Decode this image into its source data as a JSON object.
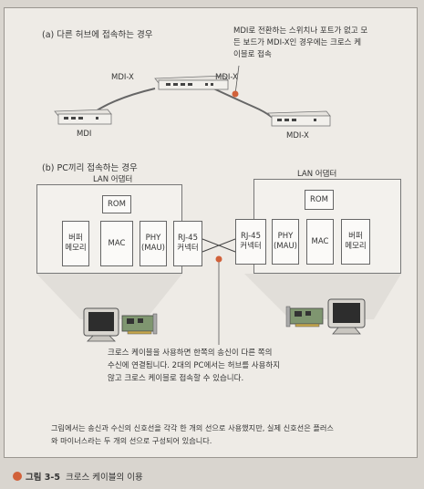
{
  "section_a": {
    "title": "(a) 다른 허브에 접속하는 경우",
    "note": [
      "MDI로 전환하는 스위치나 포트가 없고 모",
      "든 보드가 MDI-X인 경우에는 크로스 케",
      "이블로 접속"
    ],
    "hub_left_port": "MDI-X",
    "hub_right_port": "MDI-X",
    "left_device": "MDI",
    "right_device": "MDI-X"
  },
  "section_b": {
    "title": "(b) PC끼리 접속하는 경우",
    "left_lan_label": "LAN 어댑터",
    "right_lan_label": "LAN 어댑터",
    "rom": "ROM",
    "buffer": [
      "버퍼",
      "메모리"
    ],
    "mac": "MAC",
    "phy": [
      "PHY",
      "(MAU)"
    ],
    "rj45": [
      "RJ-45",
      "커넥터"
    ],
    "note": [
      "크로스 케이블을 사용하면 한쪽의 송신이 다른 쪽의",
      "수신에 연결됩니다. 2대의 PC에서는 허브를 사용하지",
      "않고 크로스 케이블로 접속할 수 있습니다."
    ]
  },
  "footnote": [
    "그림에서는 송신과 수신의 신호선을 각각 한 개의 선으로 사용했지만, 실제 신호선은 플러스",
    "와 마이너스라는 두 개의 선으로 구성되어 있습니다."
  ],
  "caption": {
    "label": "그림 3-5",
    "text": "크로스 케이블의 이용"
  },
  "colors": {
    "accent": "#d1613a",
    "frame": "#eeebe6"
  }
}
